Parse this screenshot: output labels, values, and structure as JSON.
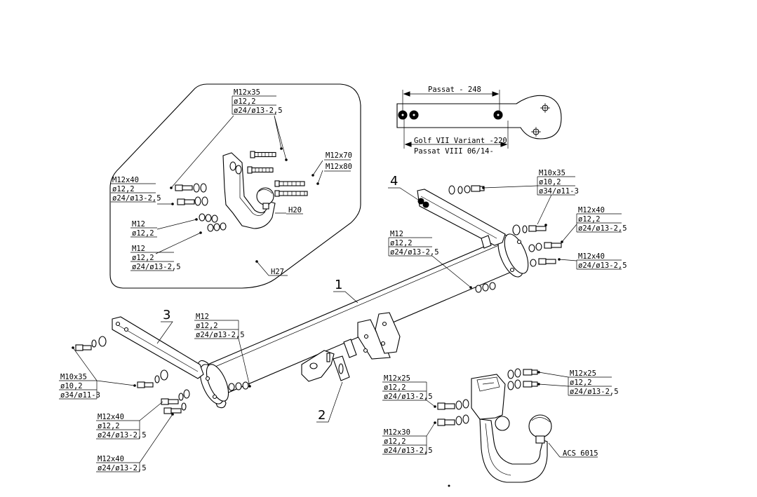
{
  "inset_detail": {
    "bolt_m12x35": [
      "M12x35",
      "ø12,2",
      "ø24/ø13-2,5"
    ],
    "bolt_m12x40": [
      "M12x40",
      "ø12,2",
      "ø24/ø13-2,5"
    ],
    "nut_m12_a": [
      "M12",
      "ø12,2"
    ],
    "nut_m12_b": [
      "M12",
      "ø12,2",
      "ø24/ø13-2,5"
    ],
    "m12x70": "M12x70",
    "m12x80": "M12x80",
    "h20": "H20",
    "h27": "H27"
  },
  "plate_diagram": {
    "passat_dim": "Passat - 248",
    "golf_dim": "Golf VII Variant -220",
    "passat_viii": "Passat VIII 06/14-"
  },
  "parts": {
    "p1": "1",
    "p2": "2",
    "p3": "3",
    "p4": "4"
  },
  "labels": {
    "r_m10x35": [
      "M10x35",
      "ø10,2",
      "ø34/ø11-3"
    ],
    "r_m12x40": [
      "M12x40",
      "ø12,2",
      "ø24/ø13-2,5"
    ],
    "r_m12x40b": [
      "M12x40",
      "ø24/ø13-2,5"
    ],
    "c_m12": [
      "M12",
      "ø12,2",
      "ø24/ø13-2,5"
    ],
    "l_m12": [
      "M12",
      "ø12,2",
      "ø24/ø13-2,5"
    ],
    "l_m10x35": [
      "M10x35",
      "ø10,2",
      "ø34/ø11-3"
    ],
    "l_m12x40": [
      "M12x40",
      "ø12,2",
      "ø24/ø13-2,5"
    ],
    "l_m12x40b": [
      "M12x40",
      "ø24/ø13-2,5"
    ],
    "b_m12x25": [
      "M12x25",
      "ø12,2",
      "ø24/ø13-2,5"
    ],
    "b_m12x30": [
      "M12x30",
      "ø12,2",
      "ø24/ø13-2,5"
    ],
    "rb_m12x25": [
      "M12x25",
      "ø12,2",
      "ø24/ø13-2,5"
    ],
    "acs": "ACS 6015"
  }
}
